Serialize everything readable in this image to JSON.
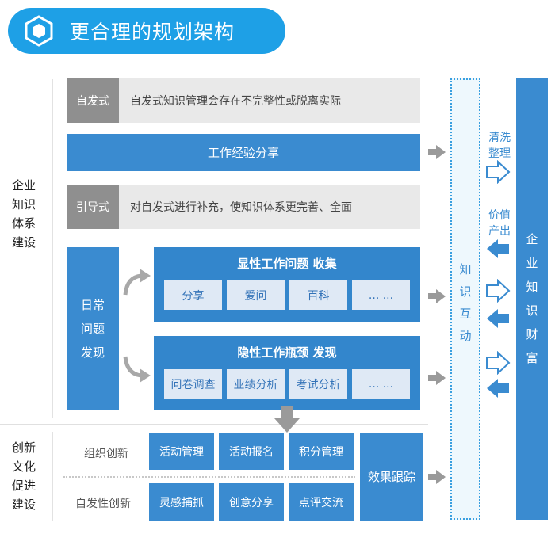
{
  "header": {
    "title": "更合理的规划架构",
    "icon": "cube-icon"
  },
  "left_labels": {
    "enterprise": [
      "企业",
      "知识",
      "体系",
      "建设"
    ],
    "innovation": [
      "创新",
      "文化",
      "促进",
      "建设"
    ]
  },
  "rows": {
    "spontaneous": {
      "tag": "自发式",
      "desc": "自发式知识管理会存在不完整性或脱离实际"
    },
    "experience": {
      "label": "工作经验分享"
    },
    "guided": {
      "tag": "引导式",
      "desc": "对自发式进行补充，使知识体系更完善、全面"
    }
  },
  "daily": {
    "lines": [
      "日常",
      "问题",
      "发现"
    ]
  },
  "explicit": {
    "title": "显性工作问题 收集",
    "items": [
      "分享",
      "爱问",
      "百科",
      "... ..."
    ]
  },
  "implicit": {
    "title": "隐性工作瓶颈 发现",
    "items": [
      "问卷调查",
      "业绩分析",
      "考试分析",
      "... ..."
    ]
  },
  "innovation": {
    "org_label": "组织创新",
    "org_items": [
      "活动管理",
      "活动报名",
      "积分管理"
    ],
    "self_label": "自发性创新",
    "self_items": [
      "灵感捕抓",
      "创意分享",
      "点评交流"
    ],
    "tracking": "效果跟踪"
  },
  "knowledge_interaction": [
    "知",
    "识",
    "互",
    "动"
  ],
  "right_labels": {
    "clean": [
      "清洗",
      "整理"
    ],
    "value": [
      "价值",
      "产出"
    ]
  },
  "wealth": [
    "企",
    "业",
    "知",
    "识",
    "财",
    "富"
  ],
  "colors": {
    "header": "#1ea0e6",
    "blue": "#3a8bd0",
    "gray_tag": "#8f8f8f",
    "chip": "#dfe9f5",
    "arrow_gray": "#9a9a9a"
  }
}
